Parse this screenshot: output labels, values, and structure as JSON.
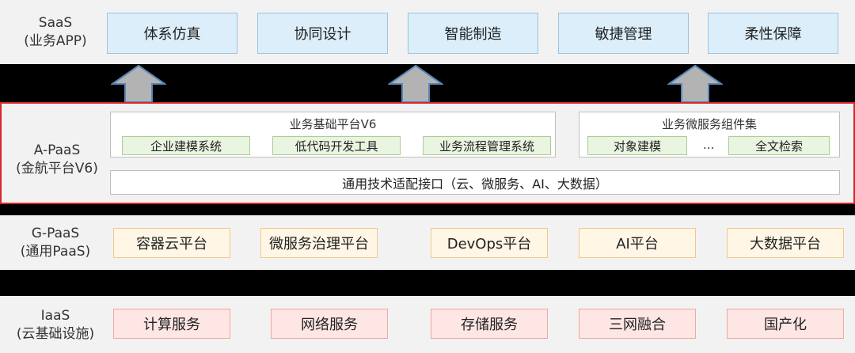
{
  "saas": {
    "label_line1": "SaaS",
    "label_line2": "(业务APP)",
    "apps": [
      "体系仿真",
      "协同设计",
      "智能制造",
      "敏捷管理",
      "柔性保障"
    ]
  },
  "apaas": {
    "label_line1": "A-PaaS",
    "label_line2": "(金航平台V6)",
    "platform": {
      "title": "业务基础平台V6",
      "items": [
        "企业建模系统",
        "低代码开发工具",
        "业务流程管理系统"
      ]
    },
    "components": {
      "title": "业务微服务组件集",
      "items": [
        "对象建模",
        "全文检索"
      ],
      "ellipsis": "..."
    },
    "interface": "通用技术适配接口（云、微服务、AI、大数据）"
  },
  "gpaas": {
    "label_line1": "G-PaaS",
    "label_line2": "(通用PaaS)",
    "items": [
      "容器云平台",
      "微服务治理平台",
      "DevOps平台",
      "AI平台",
      "大数据平台"
    ]
  },
  "iaas": {
    "label_line1": "IaaS",
    "label_line2": "(云基础设施)",
    "items": [
      "计算服务",
      "网络服务",
      "存储服务",
      "三网融合",
      "国产化"
    ]
  },
  "colors": {
    "saas_fill": "#dbeefa",
    "apaas_border": "#d9262b",
    "chip_fill": "#e9f4e1",
    "gpaas_fill": "#fff6e6",
    "iaas_fill": "#fde6e4",
    "arrow_fill": "#b3b3b3"
  }
}
